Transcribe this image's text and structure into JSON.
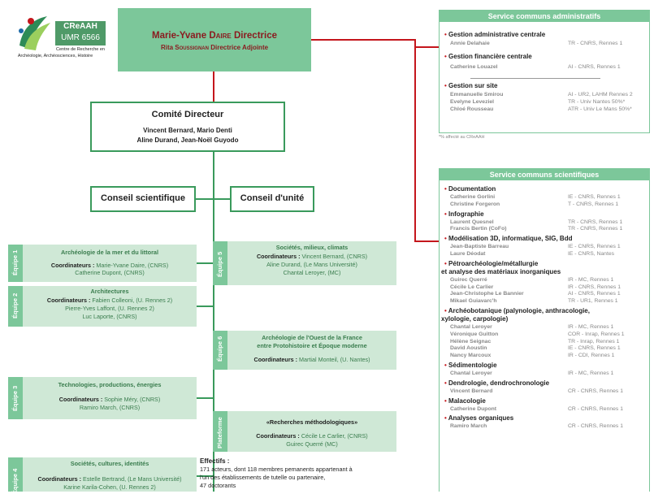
{
  "logo": {
    "name": "CReAAH",
    "umr": "UMR 6566",
    "line1": "Centre de Recherche en",
    "line2": "Archéologie, Archéosciences, Histoire",
    "colors": [
      "#2e8b57",
      "#9bcf5e",
      "#c4161c",
      "#1e6aa8"
    ]
  },
  "direction": {
    "director_first": "Marie-Yvane",
    "director_last": "Daire",
    "director_role": "Directrice",
    "deputy_first": "Rita",
    "deputy_last": "Soussignan",
    "deputy_role": "Directrice Adjointe"
  },
  "comite": {
    "title": "Comité Directeur",
    "line1": "Vincent Bernard, Mario Denti",
    "line2": "Aline Durand, Jean-Noël Guyodo"
  },
  "conseils": {
    "scientifique": "Conseil scientifique",
    "unite": "Conseil d'unité"
  },
  "teams": [
    {
      "label": "Équipe 1",
      "title": "Archéologie de la mer et du littoral",
      "coord_label": "Coordinateurs :",
      "coords": [
        "Marie-Yvane Daire, (CNRS)",
        "Catherine Dupont, (CNRS)"
      ]
    },
    {
      "label": "Équipe 2",
      "title": "Architectures",
      "coord_label": "Coordinateurs :",
      "coords": [
        "Fabien Colleoni, (U. Rennes 2)",
        "Pierre-Yves Laffont, (U. Rennes 2)",
        "Luc Laporte, (CNRS)"
      ]
    },
    {
      "label": "Équipe 3",
      "title": "Technologies, productions, énergies",
      "coord_label": "Coordinateurs :",
      "coords": [
        "Sophie Méry, (CNRS)",
        "Ramiro March, (CNRS)"
      ]
    },
    {
      "label": "Équipe 4",
      "title": "Sociétés, cultures, identités",
      "coord_label": "Coordinateurs :",
      "coords": [
        "Estelle Bertrand, (Le Mans Université)",
        "Karine Karila-Cohen, (U. Rennes 2)"
      ]
    },
    {
      "label": "Équipe 5",
      "title": "Sociétés, milieux, climats",
      "coord_label": "Coordinateurs :",
      "coords": [
        "Vincent Bernard, (CNRS)",
        "Aline Durand, (Le Mans Université)",
        "Chantal Leroyer, (MC)"
      ]
    },
    {
      "label": "Équipe 6",
      "title": "Archéologie de l'Ouest de la France",
      "title2": "entre Protohistoire et Époque moderne",
      "coord_label": "Coordinateurs :",
      "coords": [
        "Martial Monteil, (U. Nantes)"
      ]
    },
    {
      "label": "Plateforme",
      "title": "«Recherches méthodologiques»",
      "coord_label": "Coordinateurs :",
      "coords": [
        "Cécile Le Carlier, (CNRS)",
        "Guirec Querré (MC)"
      ]
    }
  ],
  "effectifs": {
    "title": "Effectifs :",
    "line1": "171 acteurs, dont 118 membres pemanents appartenant à",
    "line2": "l'un des établissements de tutelle ou partenaire,",
    "line3": "47 doctorants"
  },
  "admin": {
    "title": "Service communs administratifs",
    "sections": [
      {
        "name": "Gestion administrative centrale",
        "people": [
          {
            "n": "Annie Delahaie",
            "a": "TR - CNRS, Rennes 1"
          }
        ]
      },
      {
        "name": "Gestion financière centrale",
        "people": [
          {
            "n": "Catherine Louazel",
            "a": "AI - CNRS, Rennes 1"
          }
        ]
      },
      {
        "name": "Gestion sur site",
        "people": [
          {
            "n": "Emmanuelle Smirou",
            "a": "AI - UR2, LAHM Rennes 2"
          },
          {
            "n": "Evelyne Leveziel",
            "a": "TR - Univ Nantes 50%*"
          },
          {
            "n": "Chloé Rousseau",
            "a": "ATR - Univ Le Mans 50%*"
          }
        ]
      }
    ],
    "footnote": "*% affecté au CReAAH"
  },
  "sci": {
    "title": "Service communs scientifiques",
    "sections": [
      {
        "name": "Documentation",
        "people": [
          {
            "n": "Catherine Gorlini",
            "a": "IE - CNRS, Rennes 1"
          },
          {
            "n": "Christine Forgeron",
            "a": "T - CNRS, Rennes 1"
          }
        ]
      },
      {
        "name": "Infographie",
        "people": [
          {
            "n": "Laurent Quesnel",
            "a": "TR - CNRS, Rennes 1"
          },
          {
            "n": "Francis Bertin (CoFo)",
            "a": "TR - CNRS, Rennes 1"
          }
        ]
      },
      {
        "name": "Modélisation 3D, informatique, SIG, Bdd",
        "people": [
          {
            "n": "Jean-Baptiste Barreau",
            "a": "IE - CNRS, Rennes 1"
          },
          {
            "n": "Laure Déodat",
            "a": "IE - CNRS, Nantes"
          }
        ]
      },
      {
        "name": "Pétroarchéologie/métallurgie",
        "name2": "et analyse des matériaux inorganiques",
        "people": [
          {
            "n": "Guirec Querré",
            "a": "IR - MC, Rennes 1"
          },
          {
            "n": "Cécile Le Carlier",
            "a": "IR - CNRS, Rennes 1"
          },
          {
            "n": "Jean-Christophe Le Bannier",
            "a": "AI - CNRS, Rennes 1"
          },
          {
            "n": "Mikael Guiavarc'h",
            "a": "TR - UR1, Rennes 1"
          }
        ]
      },
      {
        "name": "Archéobotanique (palynologie, anthracologie,",
        "name2": "xylologie, carpologie)",
        "people": [
          {
            "n": "Chantal Leroyer",
            "a": "IR - MC, Rennes 1"
          },
          {
            "n": "Véronique Guitton",
            "a": "COR - Inrap, Rennes 1"
          },
          {
            "n": "Hélène Seignac",
            "a": "TR - Inrap, Rennes 1"
          },
          {
            "n": "David Aoustin",
            "a": "IE - CNRS, Rennes 1"
          },
          {
            "n": "Nancy Marcoux",
            "a": "IR - CDI, Rennes 1"
          }
        ]
      },
      {
        "name": "Sédimentologie",
        "people": [
          {
            "n": "Chantal Leroyer",
            "a": "IR - MC, Rennes 1"
          }
        ]
      },
      {
        "name": "Dendrologie, dendrochronologie",
        "people": [
          {
            "n": "Vincent Bernard",
            "a": "CR - CNRS, Rennes 1"
          }
        ]
      },
      {
        "name": "Malacologie",
        "people": [
          {
            "n": "Catherine Dupont",
            "a": "CR - CNRS, Rennes 1"
          }
        ]
      },
      {
        "name": "Analyses organiques",
        "people": [
          {
            "n": "Ramiro March",
            "a": "CR - CNRS, Rennes 1"
          }
        ]
      }
    ]
  }
}
